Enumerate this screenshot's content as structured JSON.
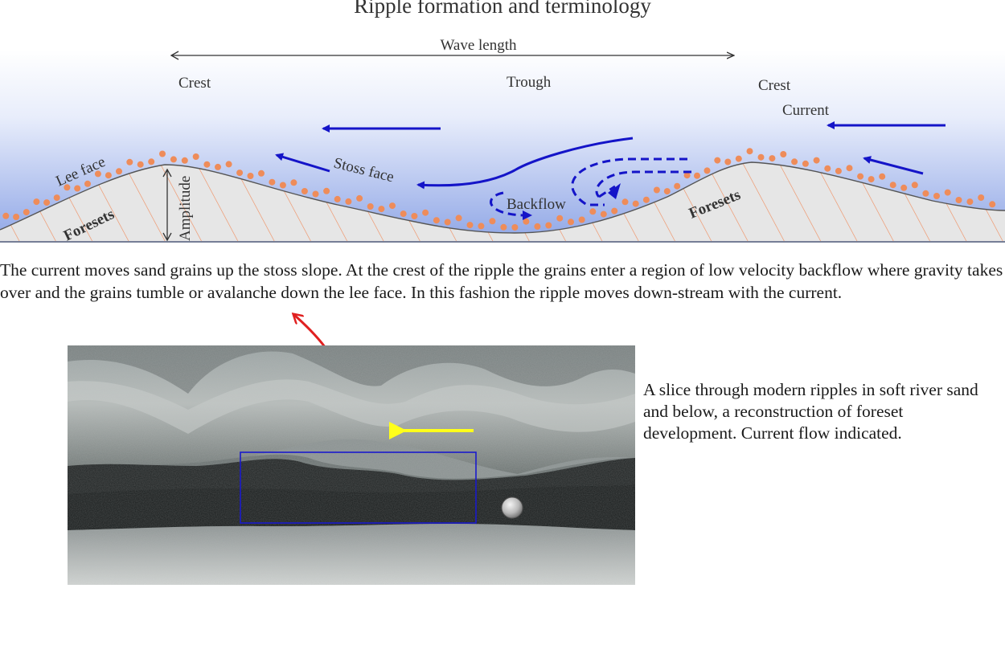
{
  "title": "Ripple formation and terminology",
  "labels": {
    "wave_length": "Wave length",
    "crest_left": "Crest",
    "trough": "Trough",
    "crest_right": "Crest",
    "current": "Current",
    "lee_face": "Lee face",
    "stoss_face": "Stoss face",
    "backflow": "Backflow",
    "amplitude": "Amplitude",
    "foresets_left": "Foresets",
    "foresets_right": "Foresets"
  },
  "caption": "The current moves sand grains up the stoss slope. At the crest of the ripple the grains enter a region of low velocity backflow where gravity takes over and the grains tumble or avalanche down the lee face. In this fashion the ripple moves down-stream with the current.",
  "photo_note": "A slice through modern ripples in soft river sand and below, a reconstruction of foreset development. Current flow indicated.",
  "colors": {
    "water_top": "#ffffff",
    "water_bottom": "#8fa6e6",
    "sediment": "#e6e6e6",
    "grain": "#ee8c5a",
    "foreset_line": "#f08a5a",
    "flow_arrow": "#1414c8",
    "red_arrow": "#e02020",
    "yellow_arrow": "#ffff1a",
    "box": "#1a1acc"
  },
  "icons": [
    "wave-length-double-arrow",
    "amplitude-double-arrow",
    "current-arrow",
    "backflow-dashed-arrow",
    "red-curved-arrow",
    "yellow-current-arrow",
    "coin"
  ]
}
